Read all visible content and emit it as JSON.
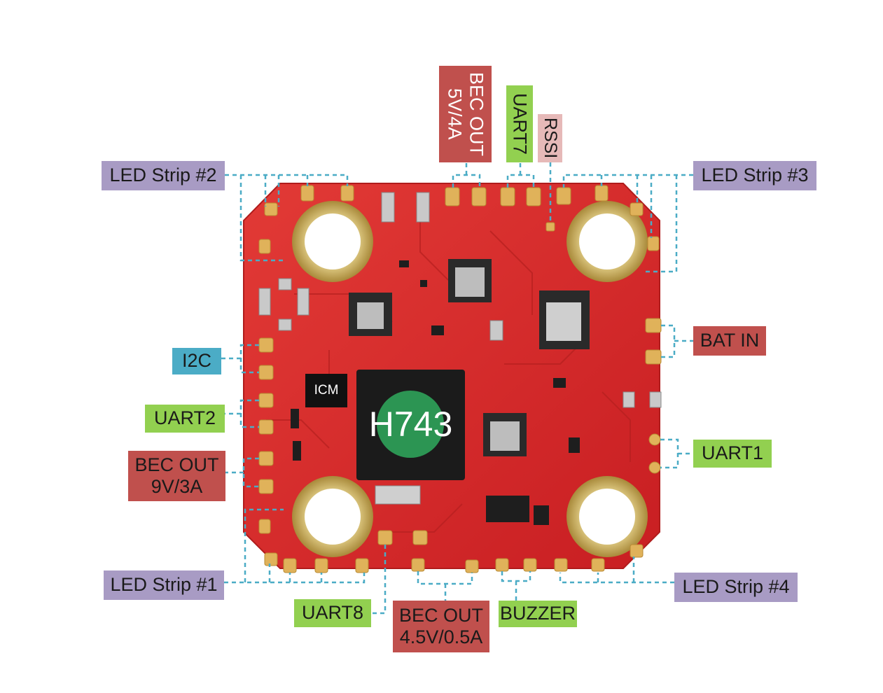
{
  "colors": {
    "power": "#c0504d",
    "uart": "#92d050",
    "led": "#a89bc4",
    "i2c": "#4bacc6",
    "rssi": "#e6b9b8",
    "leader": "#4bacc6",
    "board": "#d42a2a",
    "pad": "#e0b25a"
  },
  "labels": {
    "bec_5v": {
      "line1": "BEC OUT",
      "line2": "5V/4A"
    },
    "uart7": "UART7",
    "rssi": "RSSI",
    "led_strip_2": "LED Strip #2",
    "led_strip_3": "LED Strip #3",
    "bat_in": "BAT IN",
    "i2c": "I2C",
    "uart2": "UART2",
    "bec_9v": {
      "line1": "BEC OUT",
      "line2": "9V/3A"
    },
    "uart1": "UART1",
    "led_strip_1": "LED Strip #1",
    "led_strip_4": "LED Strip #4",
    "uart8": "UART8",
    "bec_4v5": {
      "line1": "BEC OUT",
      "line2": "4.5V/0.5A"
    },
    "buzzer": "BUZZER"
  },
  "chips": {
    "mcu": "H743",
    "imu": "ICM"
  }
}
